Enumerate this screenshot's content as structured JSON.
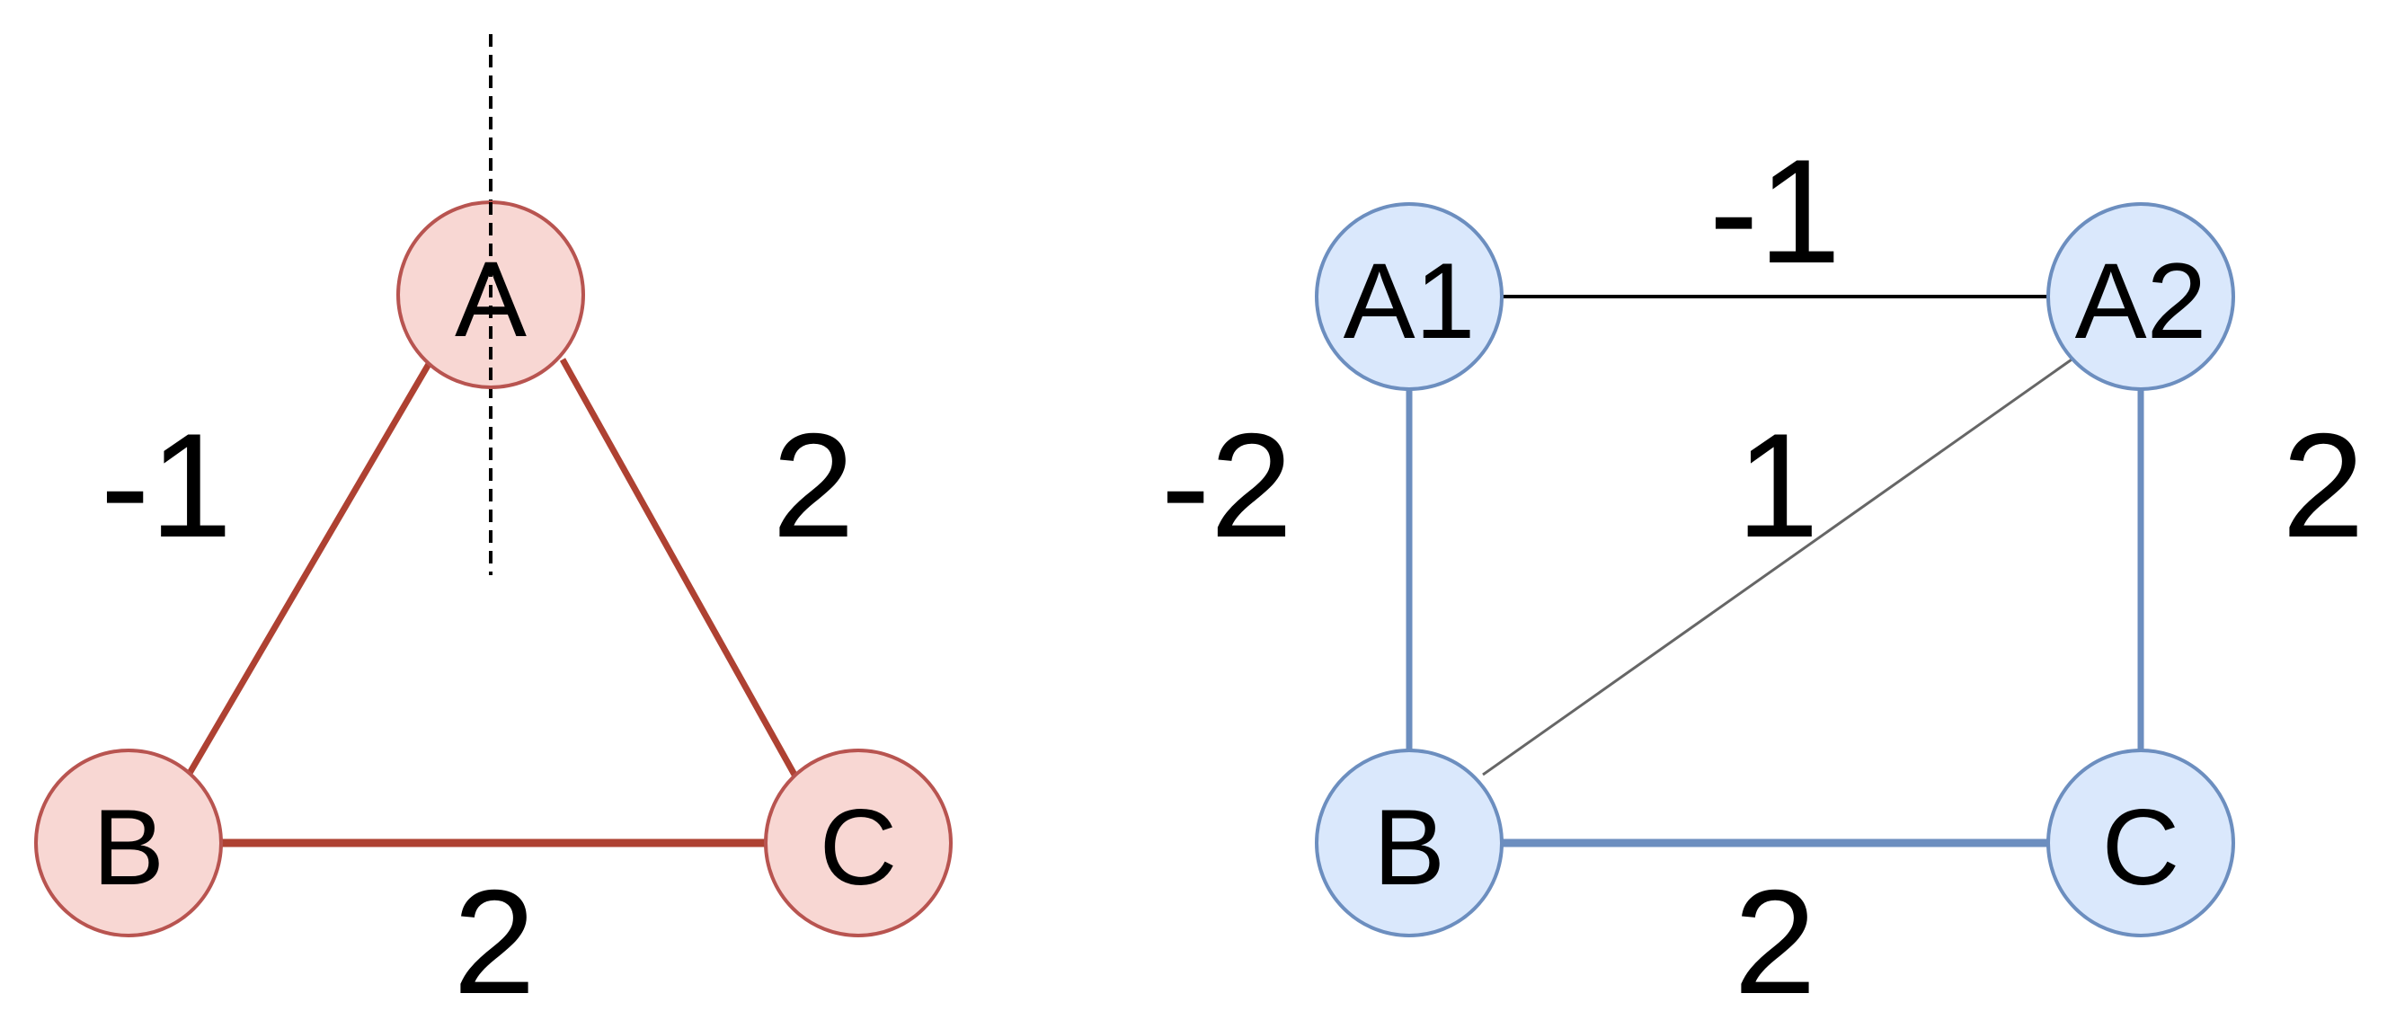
{
  "colors": {
    "red_node_fill": "#f8d7d3",
    "red_node_stroke": "#b85450",
    "red_edge": "#ae4132",
    "blue_node_fill": "#dae8fc",
    "blue_node_stroke": "#6c8ebf",
    "blue_edge": "#6c8ebf",
    "black_edge": "#000000",
    "gray_edge": "#666666"
  },
  "left_graph": {
    "nodes": {
      "a": "A",
      "b": "B",
      "c": "C"
    },
    "edge_weights": {
      "a_b": "-1",
      "a_c": "2",
      "b_c": "2"
    },
    "split_line": "dashed"
  },
  "right_graph": {
    "nodes": {
      "a1": "A1",
      "a2": "A2",
      "b": "B",
      "c": "C"
    },
    "edge_weights": {
      "a1_a2": "-1",
      "a1_b": "-2",
      "a2_b": "1",
      "a2_c": "2",
      "b_c": "2"
    }
  }
}
